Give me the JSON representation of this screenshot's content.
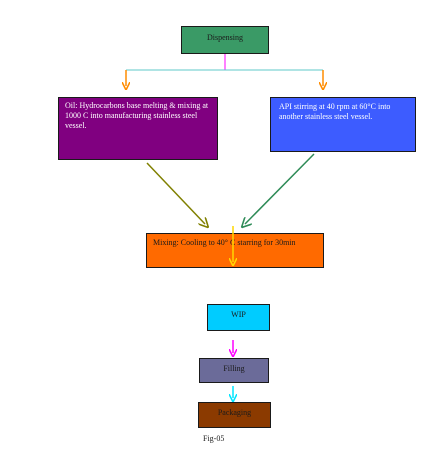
{
  "steps": {
    "dispensing": "Dispensing",
    "oil": "Oil: Hydrocarbons base melting & mixing at 1000 C into manufacturing stainless steel vessel.",
    "api": "API stirring at 40 rpm at 60°C into another stainless steel vessel.",
    "mixing": "Mixing: Cooling to 40° C starring for 30min",
    "wip": "WIP",
    "filling": "Filling",
    "packaging": "Packaging"
  },
  "caption": "Fig-05",
  "colors": {
    "dispensing": "#3a9a66",
    "oil": "#800080",
    "api": "#3d5cff",
    "mixing": "#ff6a00",
    "wip": "#00ccff",
    "filling": "#6b6b99",
    "packaging": "#8b3a00",
    "branch_line": "#5fc8c8",
    "branch_stem": "#ff00ff",
    "branch_arrow": "#ff8c00",
    "oil_to_mixing_arrow": "#808000",
    "api_to_mixing_arrow": "#2e8b57",
    "mixing_arrow": "#ffd700",
    "wip_to_filling_arrow": "#ff00ff",
    "filling_to_packaging_arrow": "#00e5ff"
  }
}
